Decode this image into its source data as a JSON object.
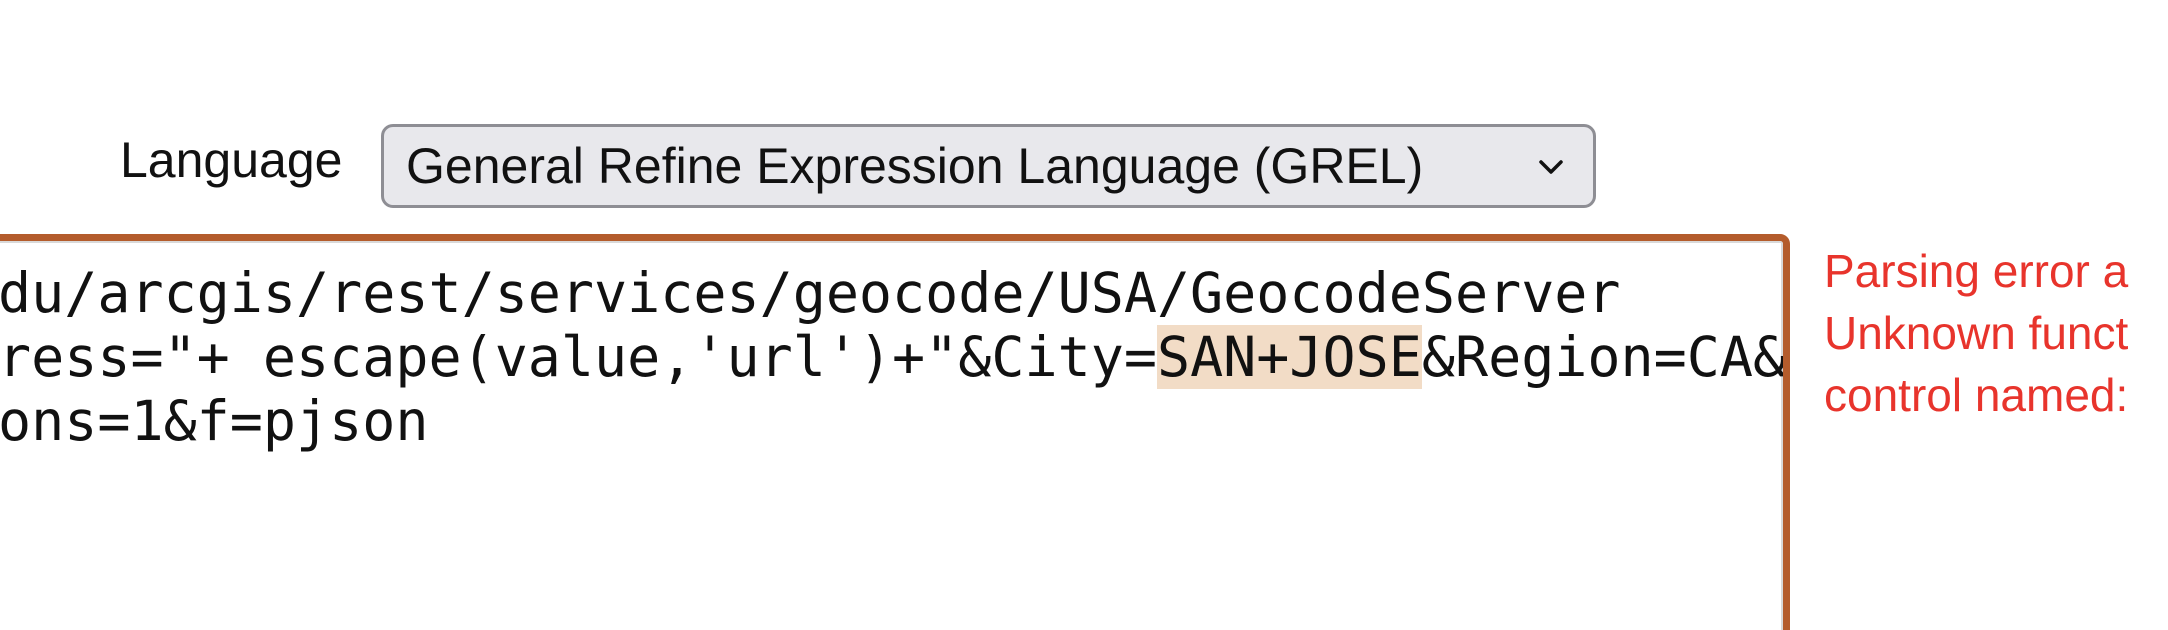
{
  "language_row": {
    "label": "Language",
    "selected_value": "General Refine Expression Language (GREL)"
  },
  "editor": {
    "lines": [
      "du/arcgis/rest/services/geocode/USA/GeocodeServer",
      "ress=\"+ escape(value,'url')+\"&City=",
      "ons=1&f=pjson"
    ],
    "line2_highlight": "SAN+JOSE",
    "line2_after": "&Region=CA&"
  },
  "error": {
    "lines": [
      "Parsing error a",
      "Unknown funct",
      "control named:"
    ]
  },
  "colors": {
    "editor_border": "#b45c2c",
    "highlight": "#f2dcc6",
    "error_text": "#e8342c",
    "select_background": "#e8e8ec"
  }
}
